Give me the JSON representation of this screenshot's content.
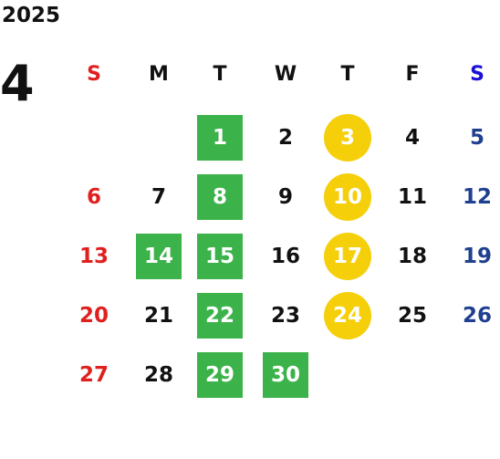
{
  "calendar": {
    "year": "2025",
    "month": "4",
    "weekdays": [
      {
        "label": "S",
        "color": "#e0201f"
      },
      {
        "label": "M",
        "color": "#111111"
      },
      {
        "label": "T",
        "color": "#111111"
      },
      {
        "label": "W",
        "color": "#111111"
      },
      {
        "label": "T",
        "color": "#111111"
      },
      {
        "label": "F",
        "color": "#111111"
      },
      {
        "label": "S",
        "color": "#1a10d8"
      }
    ],
    "first_weekday_index": 2,
    "days_in_month": 30,
    "colors": {
      "sunday": "#e0201f",
      "saturday": "#1f3f8f",
      "weekday": "#111111",
      "highlight_text": "#ffffff",
      "green": "#3cb34a",
      "yellow": "#f5cf0a"
    },
    "green_square_days": [
      1,
      8,
      14,
      15,
      22,
      29,
      30
    ],
    "yellow_circle_days": [
      3,
      10,
      17,
      24
    ]
  }
}
